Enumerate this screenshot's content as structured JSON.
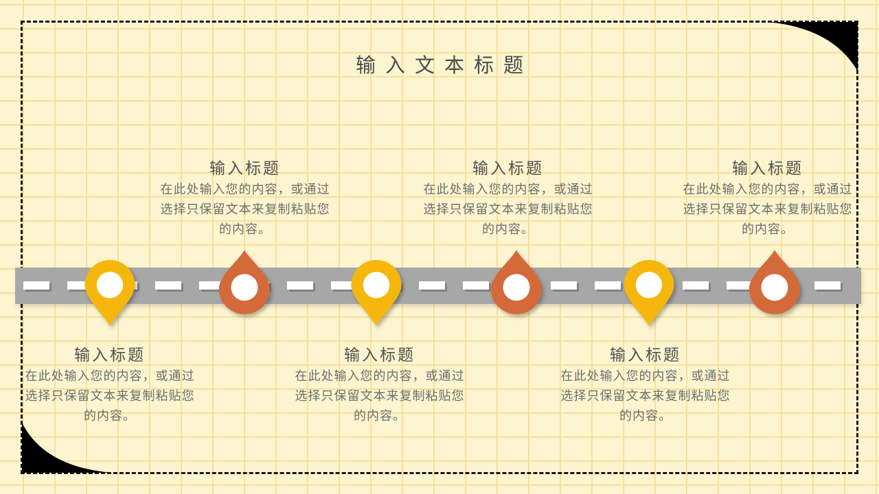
{
  "title": "输入文本标题",
  "colors": {
    "background": "#fdf5d0",
    "grid_line": "#f5e09c",
    "border": "#161616",
    "corner": "#000000",
    "title_text": "#4c4c4c",
    "heading_text": "#505050",
    "body_text": "#6d6d6d",
    "road": "#a7a7a7",
    "road_dash": "#ffffff",
    "pin_yellow": "#f5b70c",
    "pin_orange": "#d4693a"
  },
  "timeline": {
    "items": [
      {
        "pin_shape": "map-pin-down",
        "pin_color": "yellow",
        "text_position": "below",
        "heading": "输入标题",
        "body": "在此处输入您的内容，或通过选择只保留文本来复制粘贴您的内容。"
      },
      {
        "pin_shape": "teardrop-up",
        "pin_color": "orange",
        "text_position": "above",
        "heading": "输入标题",
        "body": "在此处输入您的内容，或通过选择只保留文本来复制粘贴您的内容。"
      },
      {
        "pin_shape": "map-pin-down",
        "pin_color": "yellow",
        "text_position": "below",
        "heading": "输入标题",
        "body": "在此处输入您的内容，或通过选择只保留文本来复制粘贴您的内容。"
      },
      {
        "pin_shape": "teardrop-up",
        "pin_color": "orange",
        "text_position": "above",
        "heading": "输入标题",
        "body": "在此处输入您的内容，或通过选择只保留文本来复制粘贴您的内容。"
      },
      {
        "pin_shape": "map-pin-down",
        "pin_color": "yellow",
        "text_position": "below",
        "heading": "输入标题",
        "body": "在此处输入您的内容，或通过选择只保留文本来复制粘贴您的内容。"
      },
      {
        "pin_shape": "teardrop-up",
        "pin_color": "orange",
        "text_position": "above",
        "heading": "输入标题",
        "body": "在此处输入您的内容，或通过选择只保留文本来复制粘贴您的内容。"
      }
    ]
  }
}
